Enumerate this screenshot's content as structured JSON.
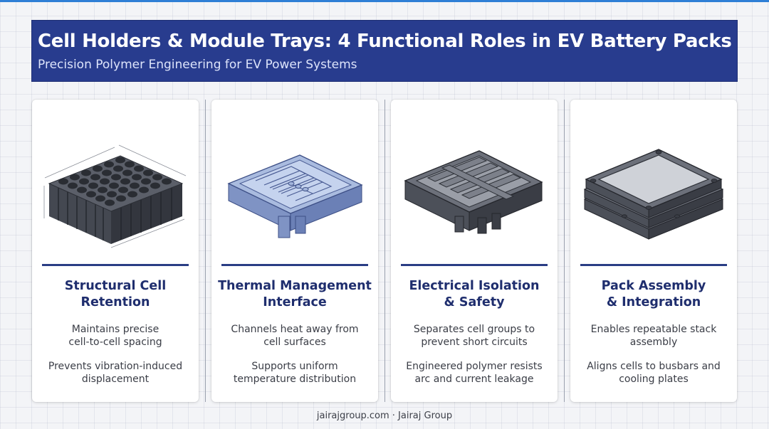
{
  "header": {
    "title": "Cell Holders & Module Trays: 4 Functional Roles in EV Battery Packs",
    "subtitle": "Precision Polymer Engineering for EV Power Systems"
  },
  "cards": [
    {
      "title_line1": "Structural Cell",
      "title_line2": "Retention",
      "point1_line1": "Maintains precise",
      "point1_line2": "cell-to-cell spacing",
      "point2_line1": "Prevents vibration-induced",
      "point2_line2": "displacement",
      "illustration": "cell-holder-grid-icon"
    },
    {
      "title_line1": "Thermal Management",
      "title_line2": "Interface",
      "point1_line1": "Channels heat away from",
      "point1_line2": "cell surfaces",
      "point2_line1": "Supports uniform",
      "point2_line2": "temperature distribution",
      "illustration": "thermal-channel-tray-icon"
    },
    {
      "title_line1": "Electrical Isolation",
      "title_line2": "& Safety",
      "point1_line1": "Separates cell groups to",
      "point1_line2": "prevent short circuits",
      "point2_line1": "Engineered polymer resists",
      "point2_line2": "arc and current leakage",
      "illustration": "isolation-tray-icon"
    },
    {
      "title_line1": "Pack Assembly",
      "title_line2": "& Integration",
      "point1_line1": "Enables repeatable stack",
      "point1_line2": "assembly",
      "point2_line1": "Aligns cells to busbars and",
      "point2_line2": "cooling plates",
      "illustration": "stacked-trays-icon"
    }
  ],
  "footer": {
    "text": "jairajgroup.com · Jairaj Group"
  },
  "colors": {
    "banner": "#283c8e",
    "accent": "#2a3d84",
    "card_title": "#1f2e6e",
    "top_rule": "#2f7fd6",
    "thermal_blue": "#9fb3db"
  }
}
